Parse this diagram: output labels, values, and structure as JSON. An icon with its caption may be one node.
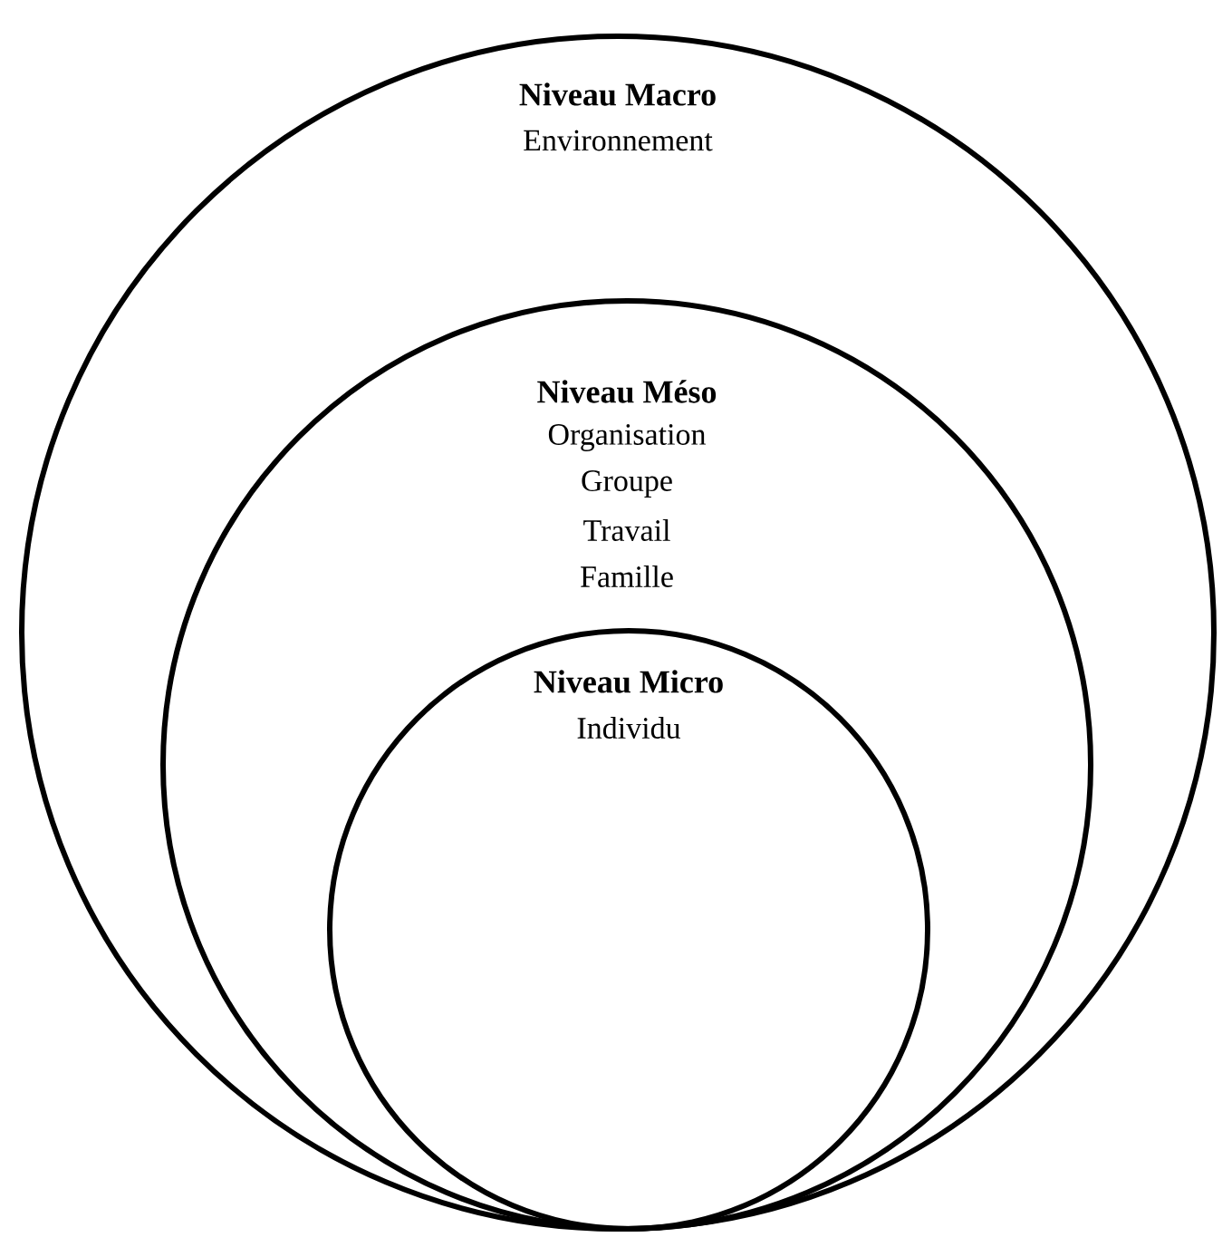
{
  "diagram": {
    "nodes": [
      {
        "text": [
          "Niveau Macro",
          "Environnement"
        ]
      },
      {
        "text": [
          "Niveau Méso",
          "Organisation",
          "Groupe",
          "Travail",
          "Famille"
        ],
        "in": 0
      },
      {
        "text": [
          "Niveau Micro",
          "Individu"
        ],
        "in": 1
      }
    ]
  }
}
